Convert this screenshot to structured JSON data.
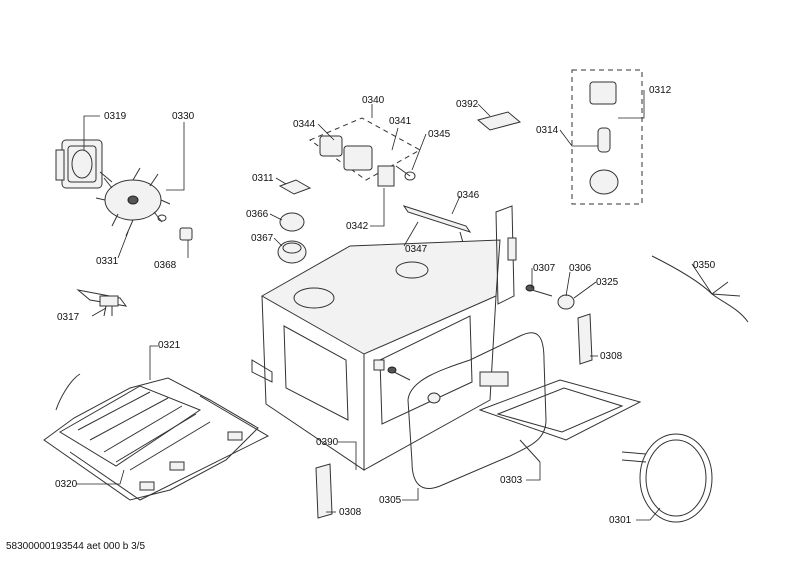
{
  "part_labels": {
    "p0319": "0319",
    "p0330": "0330",
    "p0331": "0331",
    "p0368": "0368",
    "p0317": "0317",
    "p0321": "0321",
    "p0320": "0320",
    "p0340": "0340",
    "p0344": "0344",
    "p0341": "0341",
    "p0345": "0345",
    "p0311": "0311",
    "p0366": "0366",
    "p0367": "0367",
    "p0342": "0342",
    "p0347": "0347",
    "p0346": "0346",
    "p0392": "0392",
    "p0314": "0314",
    "p0312": "0312",
    "p0307": "0307",
    "p0306": "0306",
    "p0325": "0325",
    "p0308a": "0308",
    "p0350": "0350",
    "p0390": "0390",
    "p0308b": "0308",
    "p0305": "0305",
    "p0303": "0303",
    "p0301": "0301"
  },
  "footer": {
    "document_code": "58300000193544 aet 000 b 3/5"
  }
}
